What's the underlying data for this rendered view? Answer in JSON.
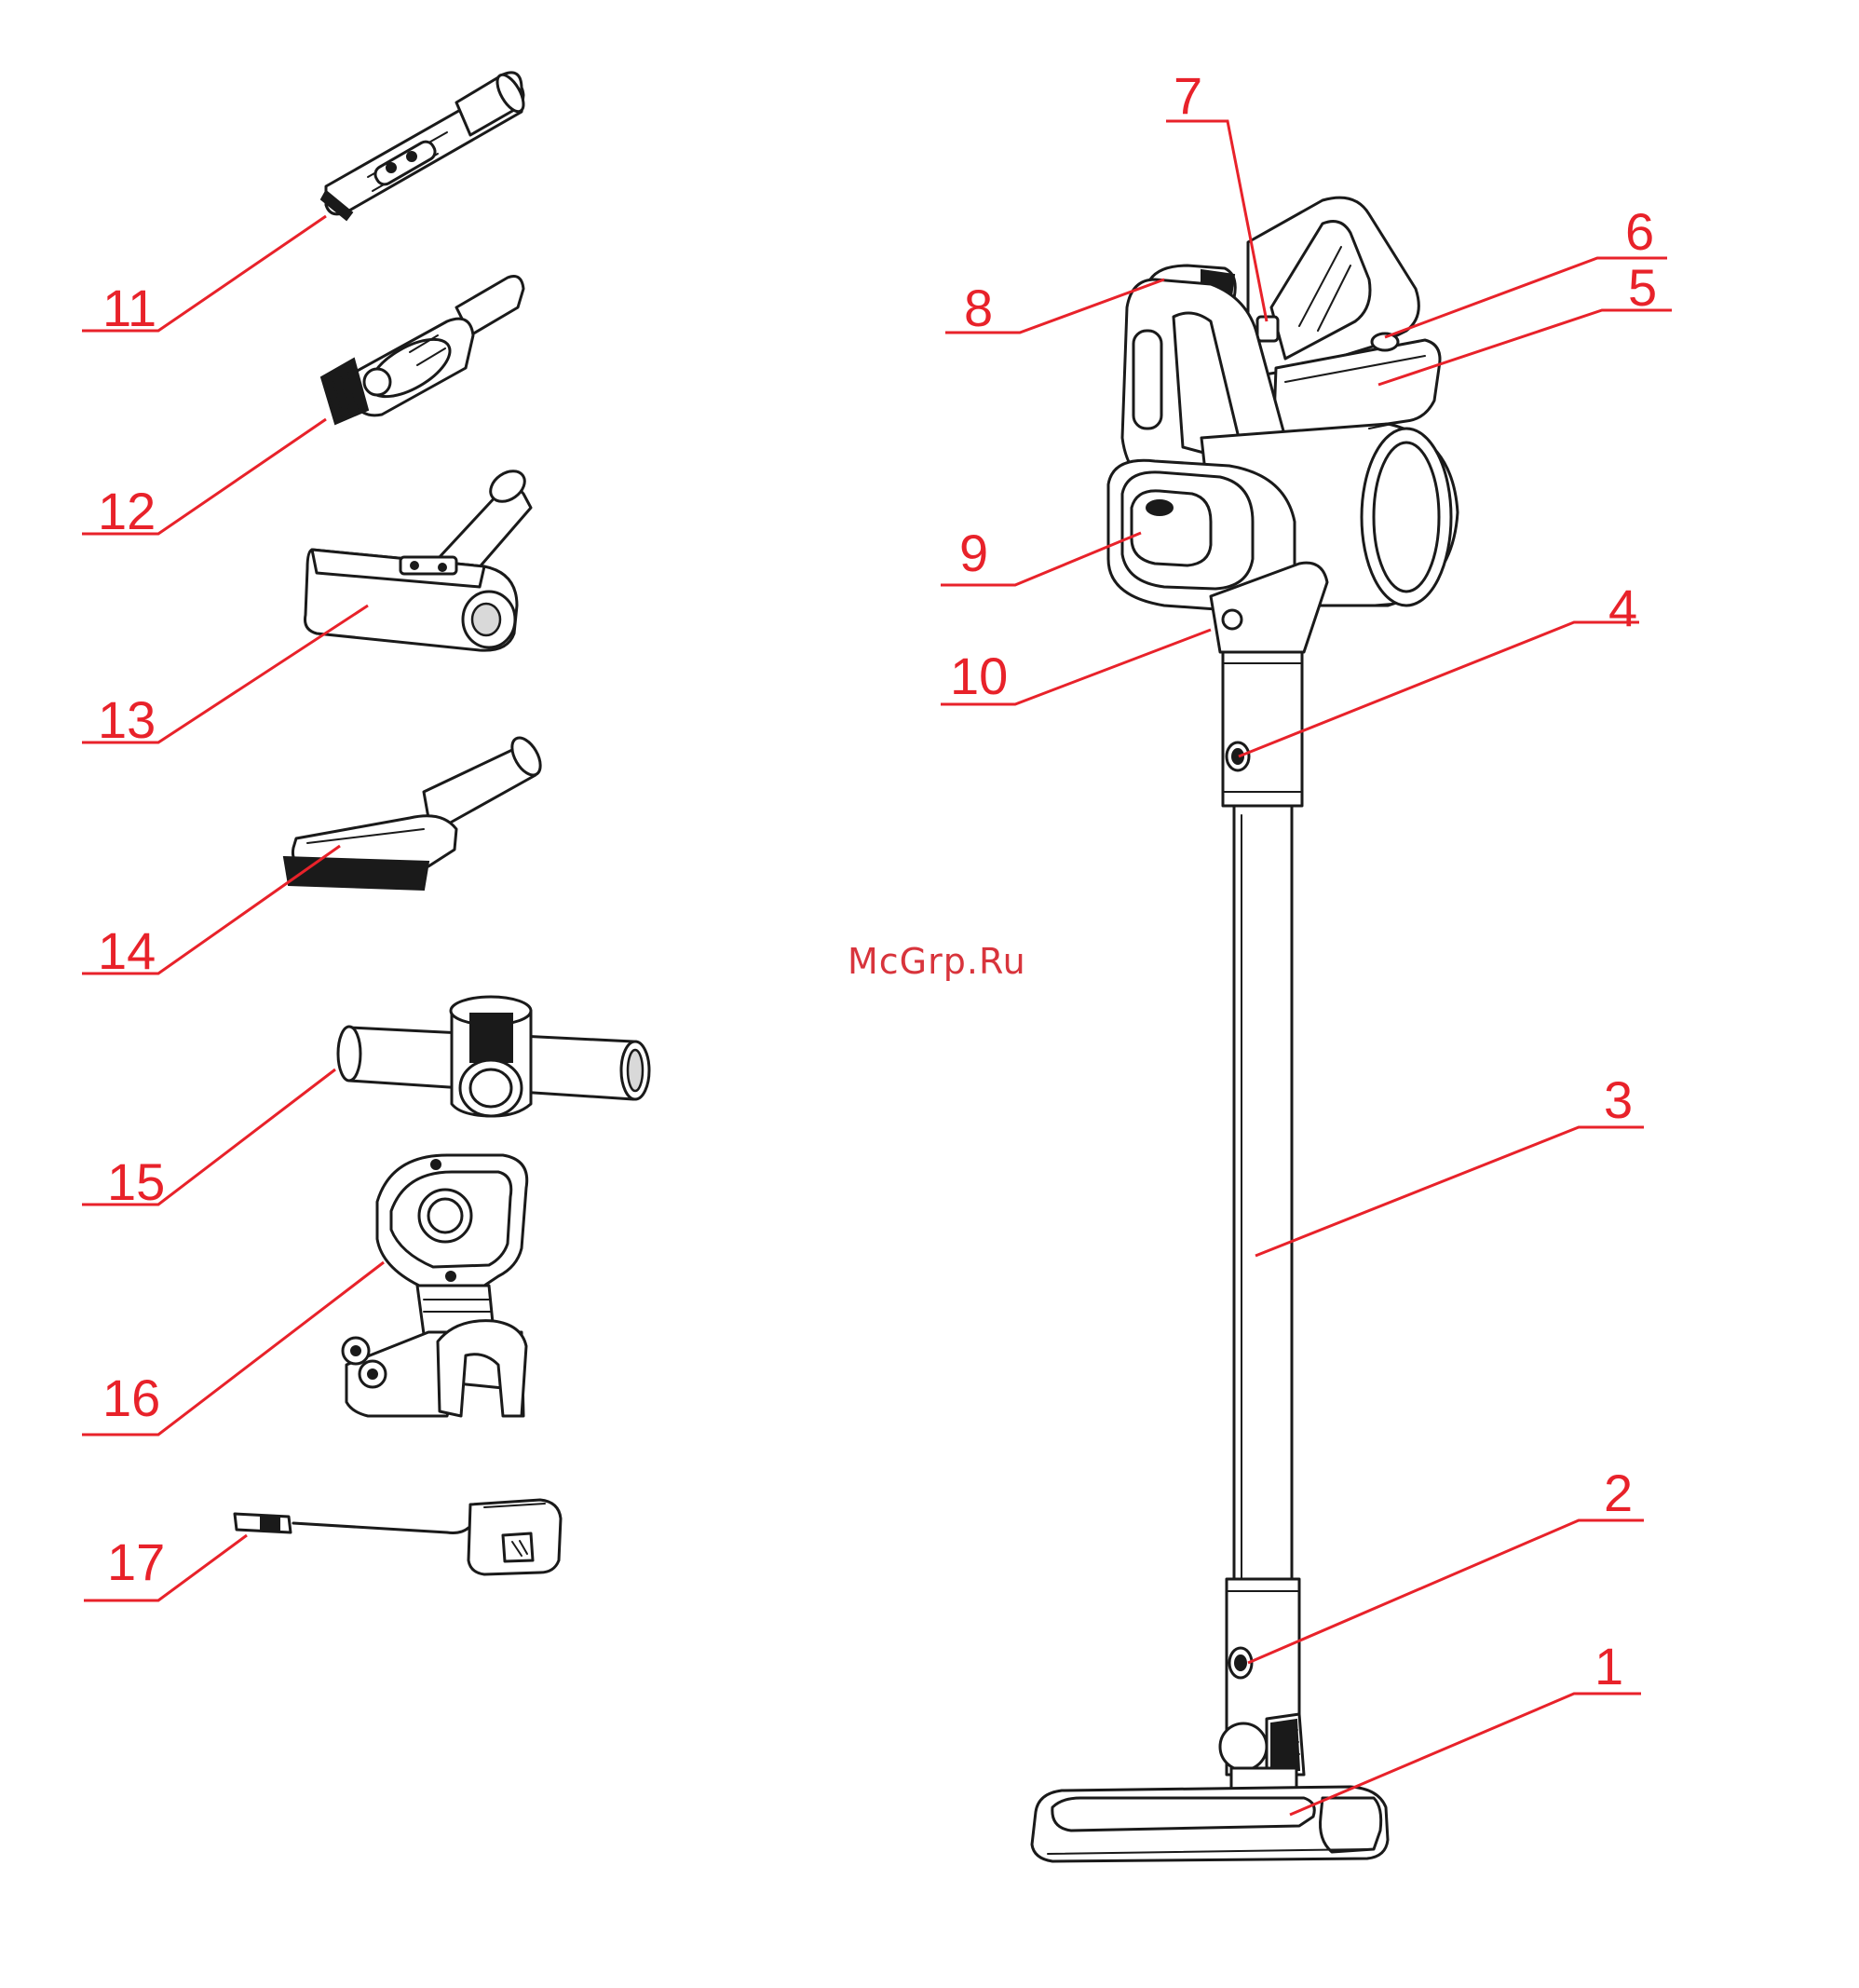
{
  "watermark": "McGrp.Ru",
  "callouts": [
    {
      "id": "1",
      "label": "1"
    },
    {
      "id": "2",
      "label": "2"
    },
    {
      "id": "3",
      "label": "3"
    },
    {
      "id": "4",
      "label": "4"
    },
    {
      "id": "5",
      "label": "5"
    },
    {
      "id": "6",
      "label": "6"
    },
    {
      "id": "7",
      "label": "7"
    },
    {
      "id": "8",
      "label": "8"
    },
    {
      "id": "9",
      "label": "9"
    },
    {
      "id": "10",
      "label": "10"
    },
    {
      "id": "11",
      "label": "11"
    },
    {
      "id": "12",
      "label": "12"
    },
    {
      "id": "13",
      "label": "13"
    },
    {
      "id": "14",
      "label": "14"
    },
    {
      "id": "15",
      "label": "15"
    },
    {
      "id": "16",
      "label": "16"
    },
    {
      "id": "17",
      "label": "17"
    }
  ],
  "colors": {
    "callout": "#e8222a",
    "outline": "#1a1a1a",
    "background": "#ffffff"
  }
}
